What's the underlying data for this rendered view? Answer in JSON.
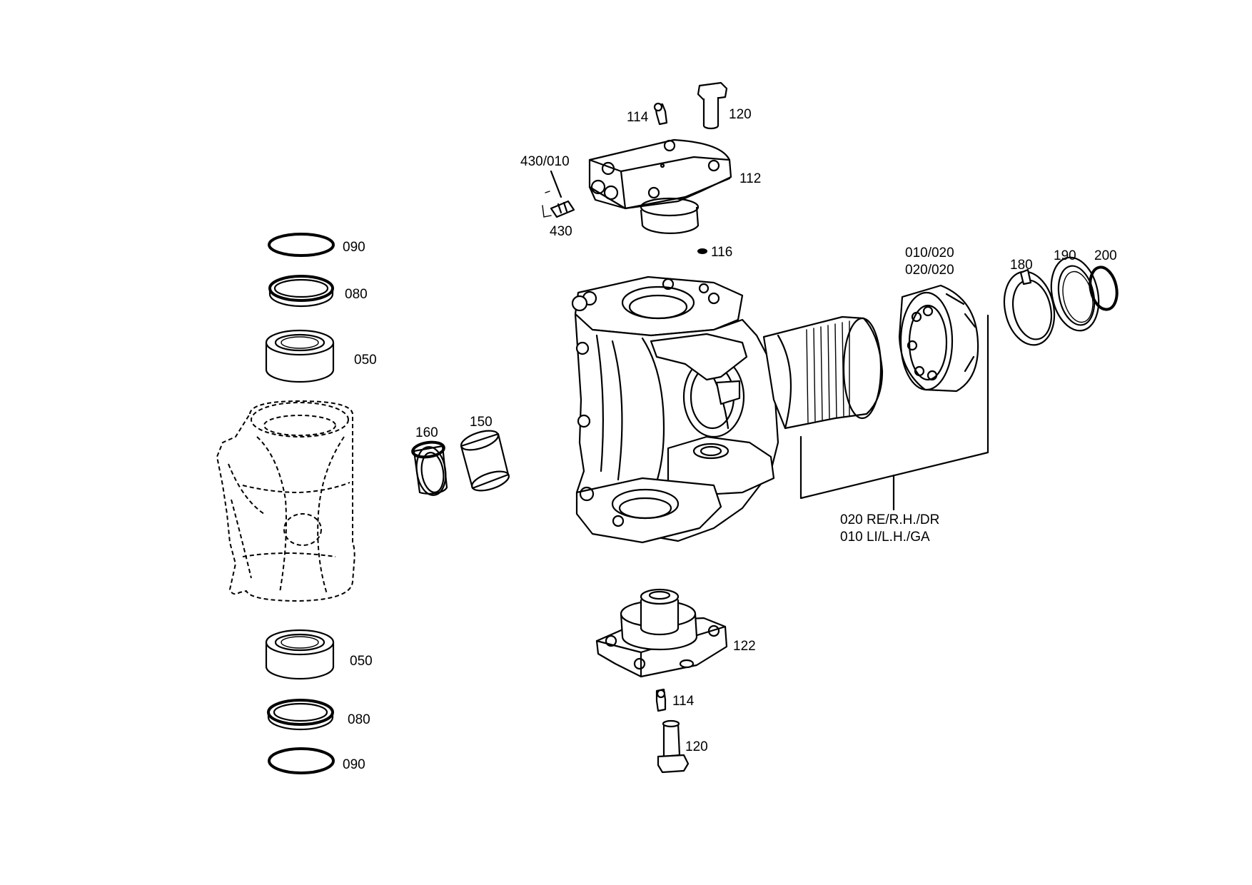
{
  "diagram": {
    "labels": {
      "p090_top": "090",
      "p080_top": "080",
      "p050_top": "050",
      "p050_bottom": "050",
      "p080_bottom": "080",
      "p090_bottom": "090",
      "p160": "160",
      "p150": "150",
      "p114_top": "114",
      "p120_top": "120",
      "p430_010": "430/010",
      "p430": "430",
      "p112": "112",
      "p116": "116",
      "p010_020": "010/020",
      "p020_020": "020/020",
      "p180": "180",
      "p190": "190",
      "p200": "200",
      "variant_right": "020 RE/R.H./DR",
      "variant_left": "010 LI/L.H./GA",
      "p122": "122",
      "p114_bottom": "114",
      "p120_bottom": "120"
    }
  }
}
